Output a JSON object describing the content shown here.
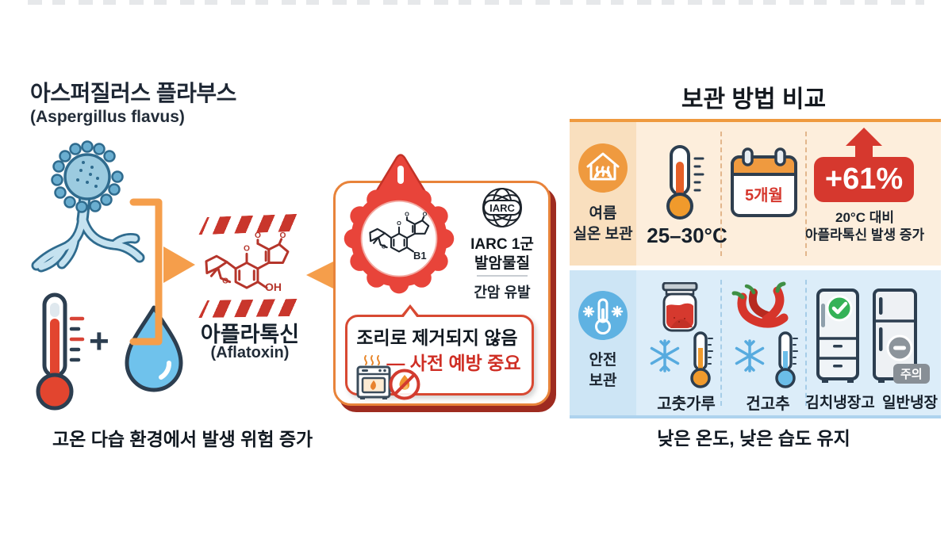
{
  "left": {
    "title": "아스퍼질러스 플라부스",
    "subtitle": "(Aspergillus flavus)",
    "plus_sign": "+",
    "toxin_name": "아플라톡신",
    "toxin_latin": "(Aflatoxin)",
    "oh_label": "OH",
    "caption": "고온 다습 환경에서 발생 위험 증가"
  },
  "mol": {
    "o": "O"
  },
  "warning": {
    "b1_label": "B1",
    "iarc_logo_text": "IARC",
    "group_line1": "IARC 1군",
    "group_line2": "발암물질",
    "effect": "간암 유발",
    "bubble_line1": "조리로 제거되지 않음",
    "bubble_line2": "— 사전 예방 중요"
  },
  "storage": {
    "title": "보관 방법 비교",
    "summer": {
      "label1": "여름",
      "label2": "실온 보관",
      "temp": "25–30°C",
      "duration": "5개월",
      "increase": "+61%",
      "note1": "20°C 대비",
      "note2": "아플라톡신 발생 증가"
    },
    "safe": {
      "label1": "안전",
      "label2": "보관",
      "item1": "고춧가루",
      "item2": "건고추",
      "fridge1": "김치냉장고",
      "fridge2": "일반냉장고",
      "badge": "주의"
    },
    "caption": "낮은 온도, 낮은 습도 유지"
  },
  "colors": {
    "accent_orange": "#ef9a3f",
    "arrow_orange": "#f59e4b",
    "red": "#d6382e",
    "badge_red": "#e8443a",
    "shadow_dark_red": "#9e2b20",
    "navy": "#2c3e50",
    "blue": "#5fb2e2",
    "green": "#35b257",
    "gray": "#888f96",
    "cream_row": "#fdeedc",
    "blue_row": "#dcedf9"
  }
}
